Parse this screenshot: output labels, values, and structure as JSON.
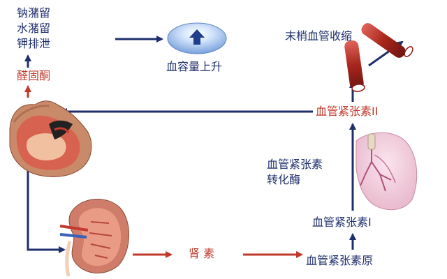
{
  "diagram": {
    "effects": [
      "钠潴留",
      "水潴留",
      "钾排泄"
    ],
    "aldosterone": "醛固酮",
    "bp_rise": "血容量上升",
    "vasoconstriction": "末梢血管收缩",
    "angiotensin2": "血管紧张素II",
    "ace": [
      "血管紧张素",
      "转化酶"
    ],
    "angiotensin1": "血管紧张素I",
    "renin": "肾 素",
    "angiotensinogen": "血管紧张素原"
  },
  "colors": {
    "arrow_navy": "#1f2f6b",
    "arrow_red": "#c0392b",
    "label_red": "#c0392b",
    "label_navy": "#1f2f6b"
  },
  "icons": [
    "adrenal-gland-icon",
    "blood-volume-up-icon",
    "blood-vessel-icon",
    "lung-icon",
    "kidney-icon"
  ]
}
